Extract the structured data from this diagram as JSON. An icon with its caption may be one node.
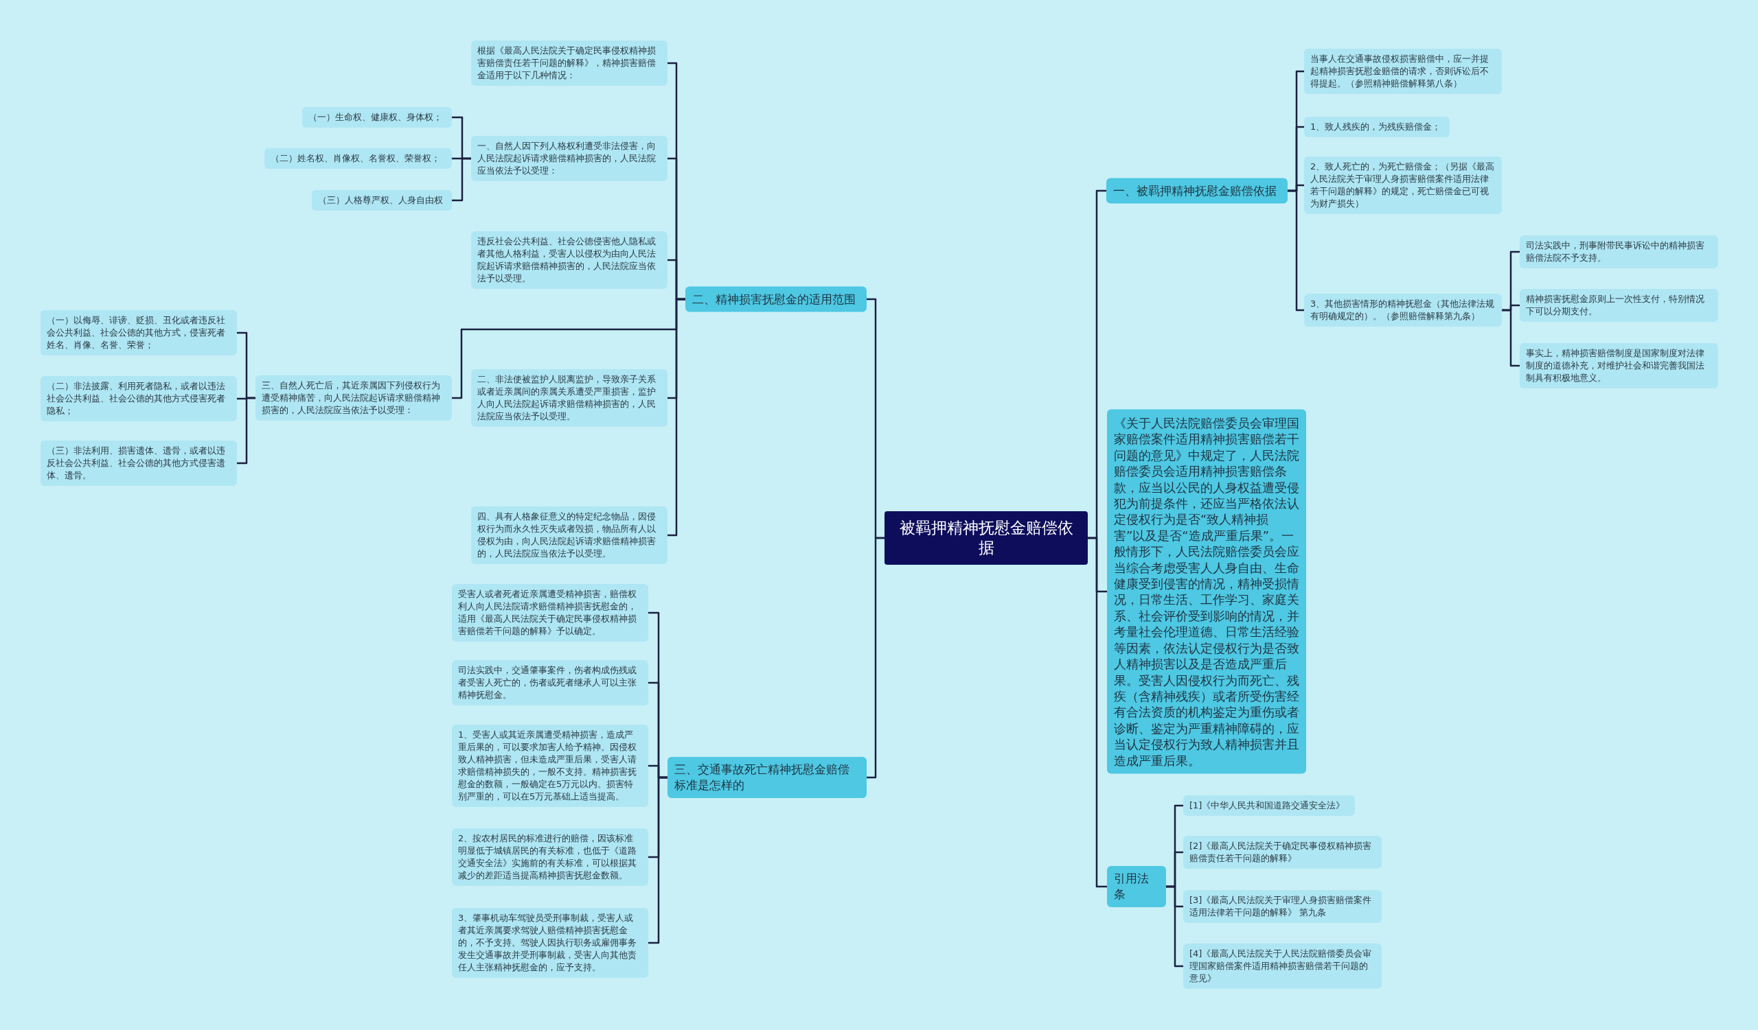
{
  "diagram": {
    "nodes": [
      {
        "text": [
          "被羁押精神抚慰金赔偿依据"
        ]
      },
      {
        "text": [
          "二、精神损害抚慰金的适用范围"
        ]
      },
      {
        "text": [
          "根据《最高人民法院关于确定民事侵权精神损害赔偿责任若干问题的解释》，精神损害赔偿金适用于以下几种情况："
        ]
      },
      {
        "text": [
          "一、自然人因下列人格权利遭受非法侵害，向人民法院起诉请求赔偿精神损害的，人民法院应当依法予以受理："
        ]
      },
      {
        "text": [
          "（一）生命权、健康权、身体权；"
        ]
      },
      {
        "text": [
          "（二）姓名权、肖像权、名誉权、荣誉权；"
        ]
      },
      {
        "text": [
          "（三）人格尊严权、人身自由权"
        ]
      },
      {
        "text": [
          "违反社会公共利益、社会公德侵害他人隐私或者其他人格利益，受害人以侵权为由向人民法院起诉请求赔偿精神损害的，人民法院应当依法予以受理。"
        ]
      },
      {
        "text": [
          "三、自然人死亡后，其近亲属因下列侵权行为遭受精神痛苦，向人民法院起诉请求赔偿精神损害的，人民法院应当依法予以受理："
        ]
      },
      {
        "text": [
          "（一）以侮辱、诽谤、贬损、丑化或者违反社会公共利益、社会公德的其他方式，侵害死者姓名、肖像、名誉、荣誉；"
        ]
      },
      {
        "text": [
          "（二）非法披露、利用死者隐私，或者以违法社会公共利益、社会公德的其他方式侵害死者隐私；"
        ]
      },
      {
        "text": [
          "（三）非法利用、损害遗体、遗骨，或者以违反社会公共利益、社会公德的其他方式侵害遗体、遗骨。"
        ]
      },
      {
        "text": [
          "二、非法使被监护人脱离监护，导致亲子关系或者近亲属间的亲属关系遭受严重损害，监护人向人民法院起诉请求赔偿精神损害的，人民法院应当依法予以受理。"
        ]
      },
      {
        "text": [
          "四、具有人格象征意义的特定纪念物品，因侵权行为而永久性灭失或者毁损，物品所有人以侵权为由，向人民法院起诉请求赔偿精神损害的，人民法院应当依法予以受理。"
        ]
      },
      {
        "text": [
          "三、交通事故死亡精神抚慰金赔偿标准是怎样的"
        ]
      },
      {
        "text": [
          "受害人或者死者近亲属遭受精神损害，赔偿权利人向人民法院请求赔偿精神损害抚慰金的，适用《最高人民法院关于确定民事侵权精神损害赔偿若干问题的解释》予以确定。"
        ]
      },
      {
        "text": [
          "司法实践中，交通肇事案件，伤者构成伤残或者受害人死亡的，伤者或死者继承人可以主张精神抚慰金。"
        ]
      },
      {
        "text": [
          "1、受害人或其近亲属遭受精神损害，造成严重后果的，可以要求加害人给予精神。因侵权致人精神损害，但未造成严重后果，受害人请求赔偿精神损失的，一般不支持。精神损害抚慰金的数额，一般确定在5万元以内。损害特别严重的，可以在5万元基础上适当提高。"
        ]
      },
      {
        "text": [
          "2、按农村居民的标准进行的赔偿，因该标准明显低于城镇居民的有关标准，也低于《道路交通安全法》实施前的有关标准，可以根据其减少的差距适当提高精神损害抚慰金数额。"
        ]
      },
      {
        "text": [
          "3、肇事机动车驾驶员受刑事制裁，受害人或者其近亲属要求驾驶人赔偿精神损害抚慰金的，不予支持。驾驶人因执行职务或雇佣事务发生交通事故并受刑事制裁，受害人向其他责任人主张精神抚慰金的，应予支持。"
        ]
      },
      {
        "text": [
          "一、被羁押精神抚慰金赔偿依据"
        ]
      },
      {
        "text": [
          "当事人在交通事故侵权损害赔偿中，应一并提起精神损害抚慰金赔偿的请求，否则诉讼后不得提起。（参照精神赔偿解释第八条）"
        ]
      },
      {
        "text": [
          "1、致人残疾的，为残疾赔偿金；"
        ]
      },
      {
        "text": [
          "2、致人死亡的，为死亡赔偿金；（另据《最高人民法院关于审理人身损害赔偿案件适用法律若干问题的解释》的规定，死亡赔偿金已可视为财产损失）"
        ]
      },
      {
        "text": [
          "3、其他损害情形的精神抚慰金（其他法律法规有明确规定的）。（参照赔偿解释第九条）"
        ]
      },
      {
        "text": [
          "司法实践中，刑事附带民事诉讼中的精神损害赔偿法院不予支持。"
        ]
      },
      {
        "text": [
          "精神损害抚慰金原则上一次性支付，特别情况下可以分期支付。"
        ]
      },
      {
        "text": [
          "事实上，精神损害赔偿制度是国家制度对法律制度的道德补充，对维护社会和谐完善我国法制具有积极地意义。"
        ]
      },
      {
        "text": [
          "《关于人民法院赔偿委员会审理国家赔偿案件适用精神损害赔偿若干问题的意见》中规定了，人民法院赔偿委员会适用精神损害赔偿条款，应当以公民的人身权益遭受侵犯为前提条件，还应当严格依法认定侵权行为是否“致人精神损害”以及是否“造成严重后果”。一般情形下，人民法院赔偿委员会应当综合考虑受害人人身自由、生命健康受到侵害的情况，精神受损情况，日常生活、工作学习、家庭关系、社会评价受到影响的情况，并考量社会伦理道德、日常生活经验等因素，依法认定侵权行为是否致人精神损害以及是否造成严重后果。受害人因侵权行为而死亡、残疾（含精神残疾）或者所受伤害经有合法资质的机构鉴定为重伤或者诊断、鉴定为严重精神障碍的，应当认定侵权行为致人精神损害并且造成严重后果。"
        ]
      },
      {
        "text": [
          "引用法条"
        ]
      },
      {
        "text": [
          "[1]《中华人民共和国道路交通安全法》"
        ]
      },
      {
        "text": [
          "[2]《最高人民法院关于确定民事侵权精神损害赔偿责任若干问题的解释》"
        ]
      },
      {
        "text": [
          "[3]《最高人民法院关于审理人身损害赔偿案件适用法律若干问题的解释》 第九条"
        ]
      },
      {
        "text": [
          "[4]《最高人民法院关于人民法院赔偿委员会审理国家赔偿案件适用精神损害赔偿若干问题的意见》"
        ]
      }
    ],
    "edges": [
      {
        "from": 0,
        "to": 1,
        "arrow": "none"
      },
      {
        "from": 1,
        "to": 2,
        "arrow": "none"
      },
      {
        "from": 1,
        "to": 3,
        "arrow": "none"
      },
      {
        "from": 3,
        "to": 4,
        "arrow": "none"
      },
      {
        "from": 3,
        "to": 5,
        "arrow": "none"
      },
      {
        "from": 3,
        "to": 6,
        "arrow": "none"
      },
      {
        "from": 1,
        "to": 7,
        "arrow": "none"
      },
      {
        "from": 1,
        "to": 8,
        "arrow": "none"
      },
      {
        "from": 8,
        "to": 9,
        "arrow": "none"
      },
      {
        "from": 8,
        "to": 10,
        "arrow": "none"
      },
      {
        "from": 8,
        "to": 11,
        "arrow": "none"
      },
      {
        "from": 1,
        "to": 12,
        "arrow": "none"
      },
      {
        "from": 1,
        "to": 13,
        "arrow": "none"
      },
      {
        "from": 0,
        "to": 14,
        "arrow": "none"
      },
      {
        "from": 14,
        "to": 15,
        "arrow": "none"
      },
      {
        "from": 14,
        "to": 16,
        "arrow": "none"
      },
      {
        "from": 14,
        "to": 17,
        "arrow": "none"
      },
      {
        "from": 14,
        "to": 18,
        "arrow": "none"
      },
      {
        "from": 14,
        "to": 19,
        "arrow": "none"
      },
      {
        "from": 0,
        "to": 20,
        "arrow": "none"
      },
      {
        "from": 20,
        "to": 21,
        "arrow": "none"
      },
      {
        "from": 20,
        "to": 22,
        "arrow": "none"
      },
      {
        "from": 20,
        "to": 23,
        "arrow": "none"
      },
      {
        "from": 20,
        "to": 24,
        "arrow": "none"
      },
      {
        "from": 24,
        "to": 25,
        "arrow": "none"
      },
      {
        "from": 24,
        "to": 26,
        "arrow": "none"
      },
      {
        "from": 24,
        "to": 27,
        "arrow": "none"
      },
      {
        "from": 0,
        "to": 28,
        "arrow": "none"
      },
      {
        "from": 0,
        "to": 29,
        "arrow": "none"
      },
      {
        "from": 29,
        "to": 30,
        "arrow": "none"
      },
      {
        "from": 29,
        "to": 31,
        "arrow": "none"
      },
      {
        "from": 29,
        "to": 32,
        "arrow": "none"
      },
      {
        "from": 29,
        "to": 33,
        "arrow": "none"
      }
    ]
  }
}
